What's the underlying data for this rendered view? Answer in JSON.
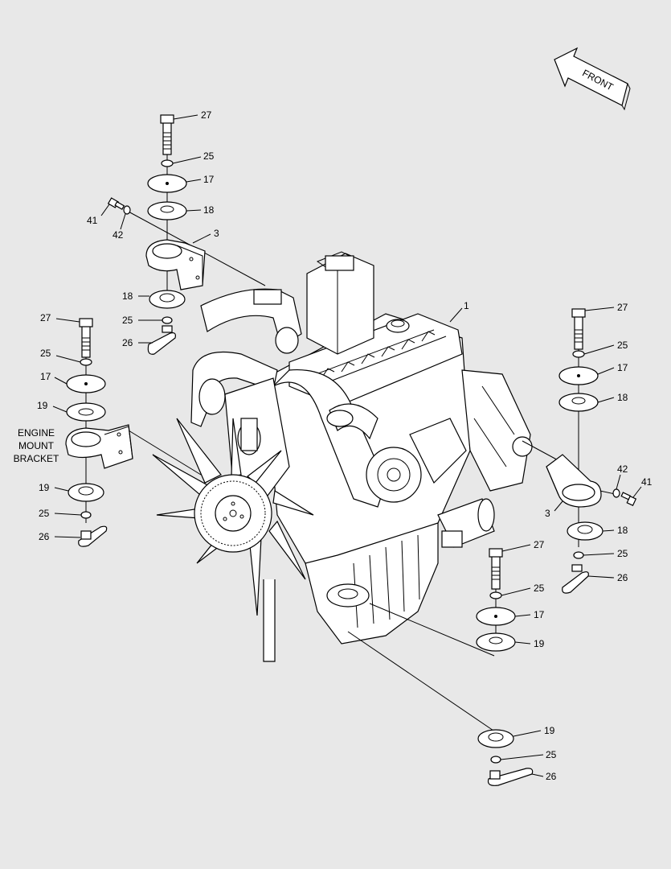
{
  "front_label": "FRONT",
  "bracket_caption": [
    "ENGINE",
    "MOUNT",
    "BRACKET"
  ],
  "callouts": {
    "engine": "1",
    "bracket_a": "3",
    "bracket_b": "3",
    "bolt_a": "27",
    "bolt_b": "27",
    "bolt_c": "27",
    "bolt_d": "27",
    "washer_a": "25",
    "washer_b": "25",
    "washer_c": "25",
    "washer_d": "25",
    "washer_e": "25",
    "washer_f": "25",
    "washer_g": "25",
    "washer_h": "25",
    "pad17_a": "17",
    "pad17_b": "17",
    "pad17_c": "17",
    "pad17_d": "17",
    "pad18_a": "18",
    "pad18_b": "18",
    "pad18_c": "18",
    "pad18_d": "18",
    "pad19_a": "19",
    "pad19_b": "19",
    "pad19_c": "19",
    "pad19_d": "19",
    "stopper_a": "26",
    "stopper_b": "26",
    "stopper_c": "26",
    "stopper_d": "26",
    "small_bolt_a": "41",
    "small_bolt_b": "41",
    "small_washer_a": "42",
    "small_washer_b": "42"
  }
}
